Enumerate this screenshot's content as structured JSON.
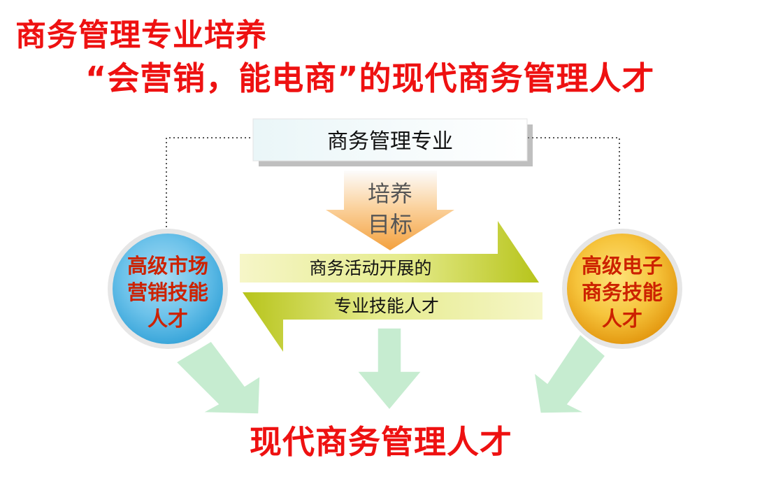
{
  "title": {
    "line1": "商务管理专业培养",
    "line2": "“会营销，能电商”的现代商务管理人才"
  },
  "diagram": {
    "top_box": "商务管理专业",
    "goal_arrow": [
      "培养",
      "目标"
    ],
    "center_arrows": [
      "商务活动开展的",
      "专业技能人才"
    ],
    "left_circle": [
      "高级市场",
      "营销技能",
      "人才"
    ],
    "right_circle": [
      "高级电子",
      "商务技能",
      "人才"
    ],
    "bottom_label": "现代商务管理人才"
  },
  "colors": {
    "title_red": "#ee1111",
    "circle_text_red": "#cc2200",
    "left_circle": "#5bbbe6",
    "right_circle": "#f2b631",
    "green_arrow": "#c8eccd",
    "olive_arrow": "#c8d22a",
    "goal_arrow": "#f6b15a",
    "top_box": "#e6f4f7"
  }
}
